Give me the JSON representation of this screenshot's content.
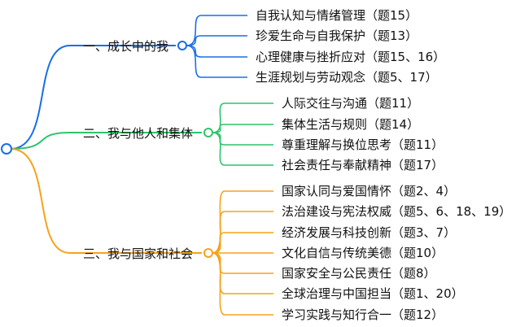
{
  "branches": [
    {
      "label": "一、成长中的我",
      "color": "#1a6ee8",
      "leaves": [
        "自我认知与情绪管理（题15）",
        "珍爱生命与自我保护（题13）",
        "心理健康与挫折应对（题15、16）",
        "生涯规划与劳动观念（题5、17）"
      ]
    },
    {
      "label": "二、我与他人和集体",
      "color": "#2cc46a",
      "leaves": [
        "人际交往与沟通（题11）",
        "集体生活与规则（题14）",
        "尊重理解与换位思考（题11）",
        "社会责任与奉献精神（题17）"
      ]
    },
    {
      "label": "三、我与国家和社会",
      "color": "#f7a21b",
      "leaves": [
        "国家认同与爱国情怀（题2、4）",
        "法治建设与宪法权威（题5、6、18、19）",
        "经济发展与科技创新（题3、7）",
        "文化自信与传统美德（题10）",
        "国家安全与公民责任（题8）",
        "全球治理与中国担当（题1、20）",
        "学习实践与知行合一（题12）"
      ]
    }
  ]
}
